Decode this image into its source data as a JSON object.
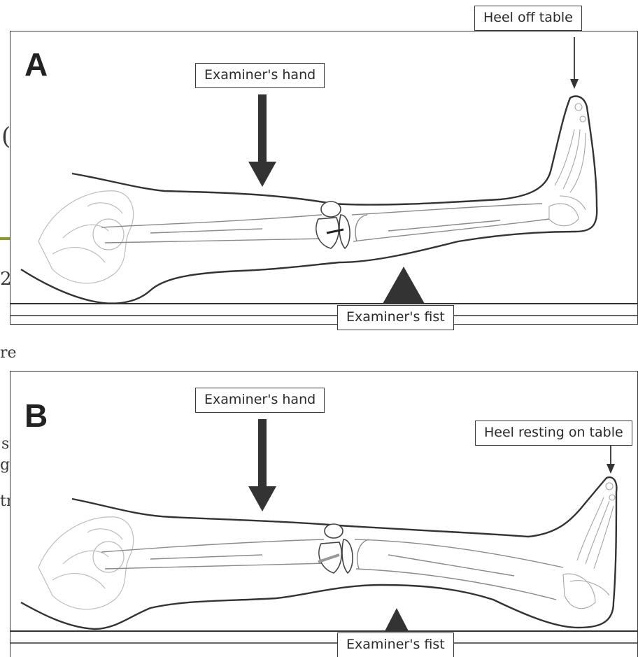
{
  "background_fragments": {
    "frag_1": "(",
    "frag_2": "2",
    "frag_3": "re",
    "frag_4": "s",
    "frag_5": "g",
    "frag_6": "tr"
  },
  "panel_a": {
    "letter": "A",
    "label_examiners_hand": "Examiner's hand",
    "label_heel": "Heel off table",
    "label_examiners_fist": "Examiner's fist"
  },
  "panel_b": {
    "letter": "B",
    "label_examiners_hand": "Examiner's hand",
    "label_heel": "Heel resting on table",
    "label_examiners_fist": "Examiner's fist"
  },
  "colors": {
    "outline": "#333333",
    "bone": "#8a8a8a",
    "arrow": "#333333",
    "accent": "#8a9a2a"
  }
}
